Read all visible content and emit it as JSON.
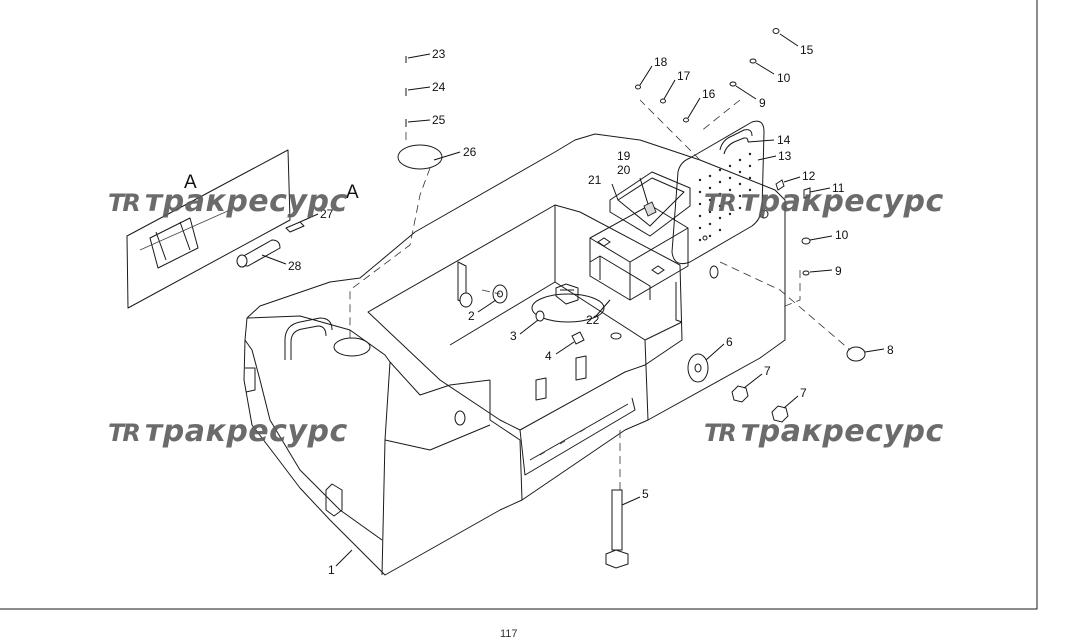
{
  "view_labels": [
    "A",
    "A"
  ],
  "callouts": [
    "1",
    "2",
    "3",
    "4",
    "5",
    "6",
    "7",
    "7",
    "8",
    "9",
    "9",
    "10",
    "10",
    "11",
    "12",
    "13",
    "14",
    "15",
    "16",
    "17",
    "18",
    "19",
    "20",
    "21",
    "22",
    "23",
    "24",
    "25",
    "26",
    "27",
    "28"
  ],
  "watermark": {
    "logo": "TR",
    "text": "тракресурс"
  },
  "page_number": "117",
  "colors": {
    "line": "#1a1a1a",
    "watermark": "#5c5c5c",
    "background": "#ffffff"
  }
}
